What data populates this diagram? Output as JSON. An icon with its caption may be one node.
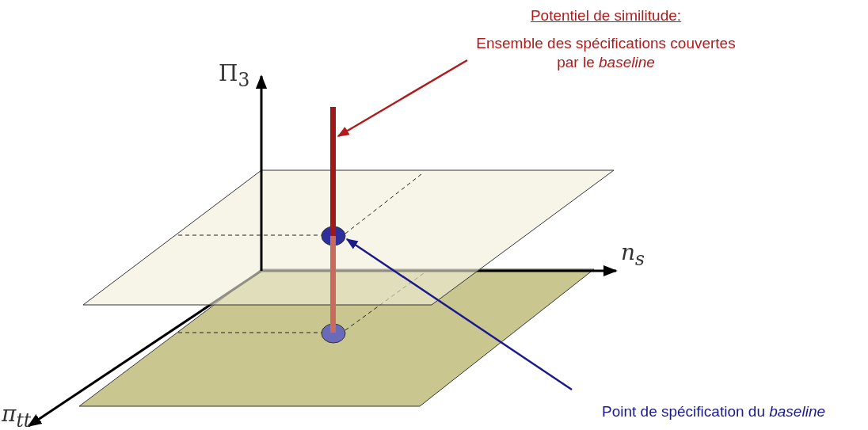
{
  "diagram": {
    "nodes": [
      {
        "text": [
          "Potentiel de similitude:",
          "Ensemble des spécifications couvertes par le *baseline*"
        ]
      },
      {
        "text": [],
        "shape": "bar"
      },
      {
        "text": [
          "Point de spécification du *baseline*"
        ]
      },
      {
        "text": [],
        "shape": "circle"
      }
    ],
    "edges": [
      {
        "from": 0,
        "to": 1,
        "arrow": "to",
        "color": "#b01c1c"
      },
      {
        "from": 2,
        "to": 3,
        "arrow": "to",
        "color": "#1a1a8c"
      }
    ],
    "labels": [
      "Π$_{3}$",
      "n$_{s}$",
      "π$_{tt}$"
    ]
  }
}
